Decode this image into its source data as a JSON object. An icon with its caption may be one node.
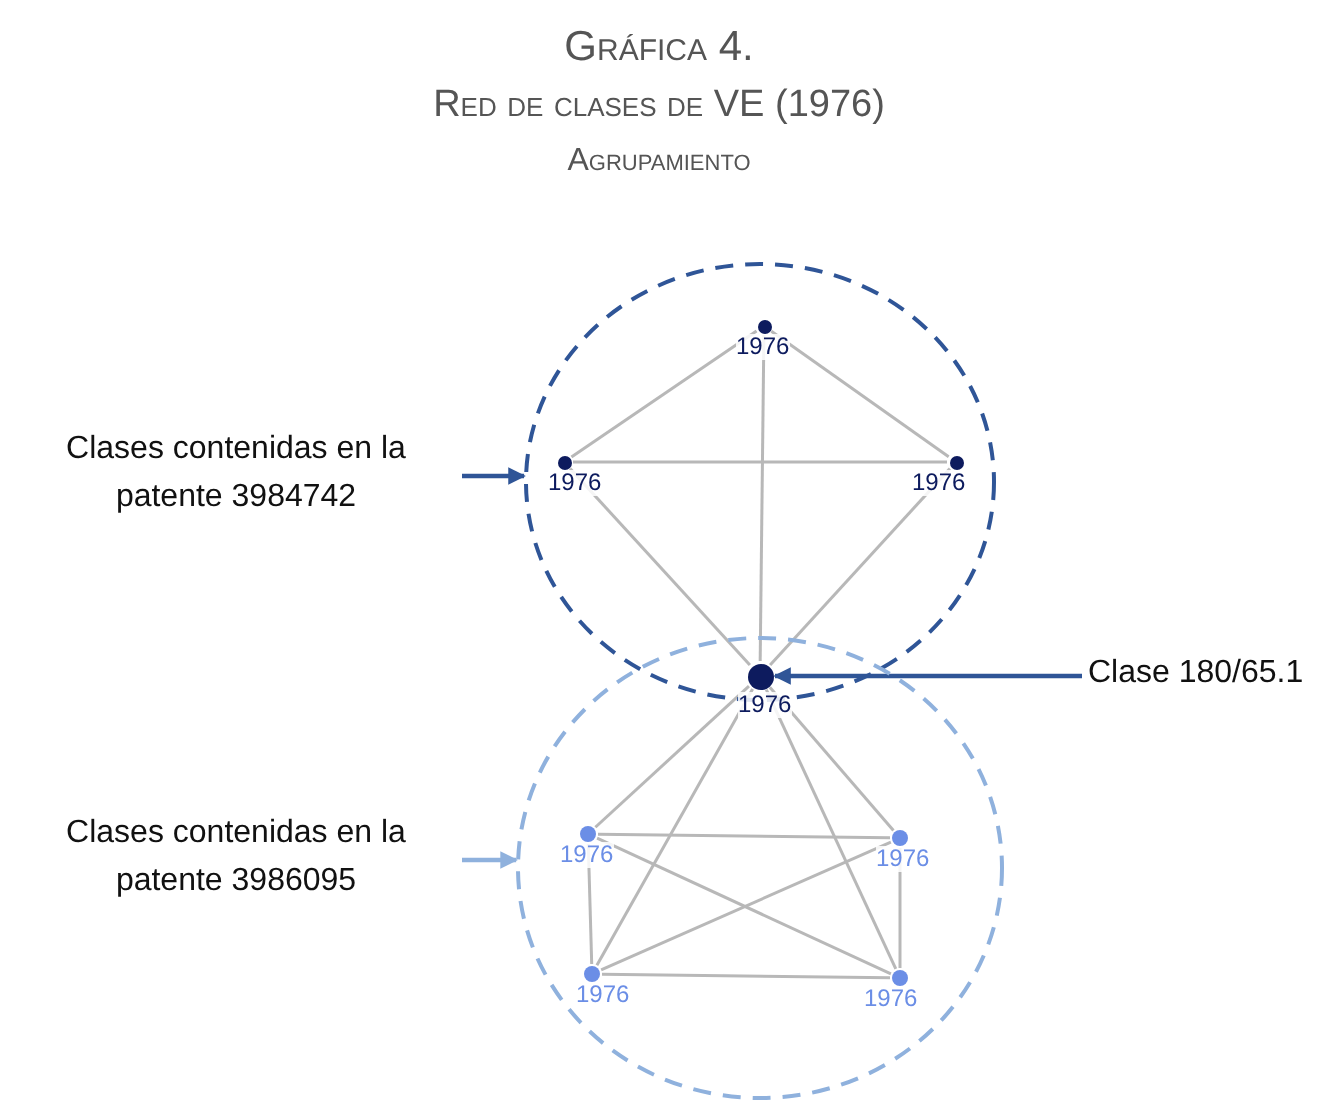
{
  "diagram": {
    "title": "Gráfica 4.",
    "labels": [
      "Red de clases de VE (1976)",
      "Agrupamiento"
    ],
    "nodes": [
      {
        "text": [],
        "shape": "circle"
      },
      {
        "text": [],
        "shape": "circle",
        "in": 0,
        "beside": [
          "1976"
        ]
      },
      {
        "text": [],
        "shape": "circle",
        "in": 0,
        "beside": [
          "1976"
        ]
      },
      {
        "text": [],
        "shape": "circle",
        "in": 0,
        "beside": [
          "1976"
        ]
      },
      {
        "text": [],
        "shape": "circle",
        "beside": [
          "1976"
        ]
      },
      {
        "text": [],
        "shape": "circle"
      },
      {
        "text": [],
        "shape": "circle",
        "in": 5,
        "beside": [
          "1976"
        ]
      },
      {
        "text": [],
        "shape": "circle",
        "in": 5,
        "beside": [
          "1976"
        ]
      },
      {
        "text": [],
        "shape": "circle",
        "in": 5,
        "beside": [
          "1976"
        ]
      },
      {
        "text": [],
        "shape": "circle",
        "in": 5,
        "beside": [
          "1976"
        ]
      },
      {
        "text": [
          "Clases contenidas en la patente 3984742"
        ]
      },
      {
        "text": [
          "Clase 180/65.1"
        ]
      },
      {
        "text": [
          "Clases contenidas en la patente 3986095"
        ]
      }
    ],
    "edges": [
      {
        "from": 1,
        "to": 2,
        "arrow": "none"
      },
      {
        "from": 1,
        "to": 3,
        "arrow": "none"
      },
      {
        "from": 2,
        "to": 3,
        "arrow": "none"
      },
      {
        "from": 1,
        "to": 4,
        "arrow": "none"
      },
      {
        "from": 2,
        "to": 4,
        "arrow": "none"
      },
      {
        "from": 3,
        "to": 4,
        "arrow": "none"
      },
      {
        "from": 4,
        "to": 6,
        "arrow": "none"
      },
      {
        "from": 4,
        "to": 7,
        "arrow": "none"
      },
      {
        "from": 4,
        "to": 8,
        "arrow": "none"
      },
      {
        "from": 4,
        "to": 9,
        "arrow": "none"
      },
      {
        "from": 6,
        "to": 7,
        "arrow": "none"
      },
      {
        "from": 8,
        "to": 9,
        "arrow": "none"
      },
      {
        "from": 6,
        "to": 8,
        "arrow": "none"
      },
      {
        "from": 7,
        "to": 9,
        "arrow": "none"
      },
      {
        "from": 6,
        "to": 9,
        "arrow": "none"
      },
      {
        "from": 7,
        "to": 8,
        "arrow": "none"
      },
      {
        "from": 10,
        "to": 0,
        "arrow": "to",
        "color": "#2f5597"
      },
      {
        "from": 11,
        "to": 4,
        "arrow": "to",
        "color": "#2f5597"
      },
      {
        "from": 12,
        "to": 5,
        "arrow": "to",
        "color": "#8fb1dd"
      }
    ]
  }
}
